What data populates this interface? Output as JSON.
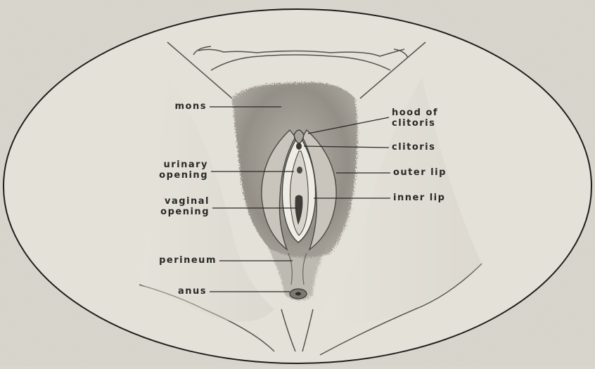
{
  "diagram": {
    "colors": {
      "background": "#d9d6cd",
      "oval_fill": "#e4e1d9",
      "ink": "#2a2927",
      "hair": "#8a877f"
    },
    "labels": {
      "mons": "mons",
      "hood_line1": "hood of",
      "hood_line2": "clitoris",
      "clitoris": "clitoris",
      "urinary_line1": "urinary",
      "urinary_line2": "opening",
      "outer_lip": "outer lip",
      "vaginal_line1": "vaginal",
      "vaginal_line2": "opening",
      "inner_lip": "inner lip",
      "perineum": "perineum",
      "anus": "anus"
    }
  }
}
